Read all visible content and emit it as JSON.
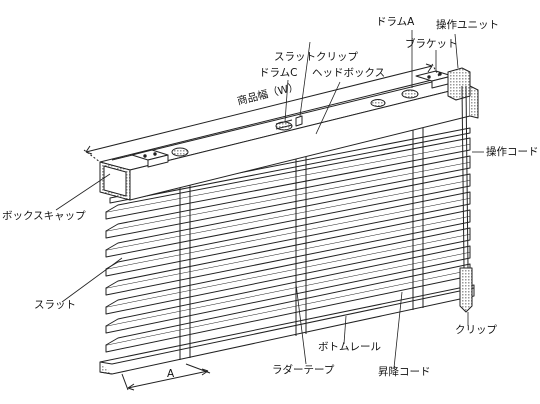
{
  "labels": {
    "drum_a": "ドラムA",
    "control_unit": "操作ユニット",
    "bracket": "ブラケット",
    "slat_clip": "スラットクリップ",
    "drum_c": "ドラムC",
    "head_box": "ヘッドボックス",
    "product_width": "商品幅（W）",
    "operation_cord": "操作コード",
    "box_cap": "ボックスキャップ",
    "slat": "スラット",
    "clip": "クリップ",
    "bottom_rail": "ボトムレール",
    "ladder_tape": "ラダーテープ",
    "lift_cord": "昇降コード",
    "dim_a": "A"
  }
}
